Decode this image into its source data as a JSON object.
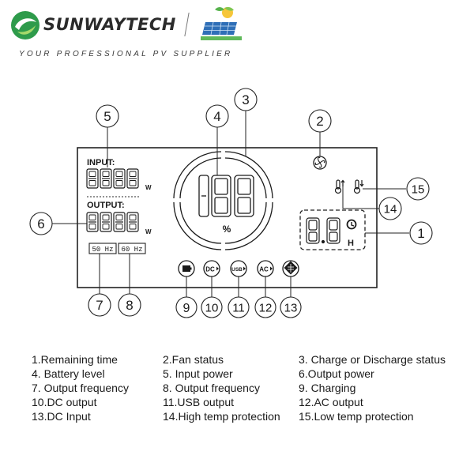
{
  "header": {
    "brand": "SUNWAYTECH",
    "tagline": "YOUR PROFESSIONAL PV SUPPLIER"
  },
  "display": {
    "input_label": "INPUT:",
    "output_label": "OUTPUT:",
    "input_digits": "8888",
    "output_digits": "8888",
    "power_unit": "W",
    "freq_a": "50 Hz",
    "freq_b": "60 Hz",
    "battery_digits": "188",
    "percent_sign": "%",
    "time_digits": "8.8",
    "time_unit": "H",
    "icon_dc": "DC",
    "icon_usb": "USB",
    "icon_ac": "AC"
  },
  "callouts": [
    "1",
    "2",
    "3",
    "4",
    "5",
    "6",
    "7",
    "8",
    "9",
    "10",
    "11",
    "12",
    "13",
    "14",
    "15"
  ],
  "legend": [
    [
      "1.Remaining time",
      "2.Fan status",
      "3. Charge or Discharge status"
    ],
    [
      "4. Battery level",
      "5. Input power",
      "6.Output power"
    ],
    [
      "7. Output frequency",
      "8. Output frequency",
      "9. Charging"
    ],
    [
      "10.DC output",
      "11.USB output",
      "12.AC output"
    ],
    [
      "13.DC Input",
      "14.High temp protection",
      "15.Low temp protection"
    ]
  ]
}
